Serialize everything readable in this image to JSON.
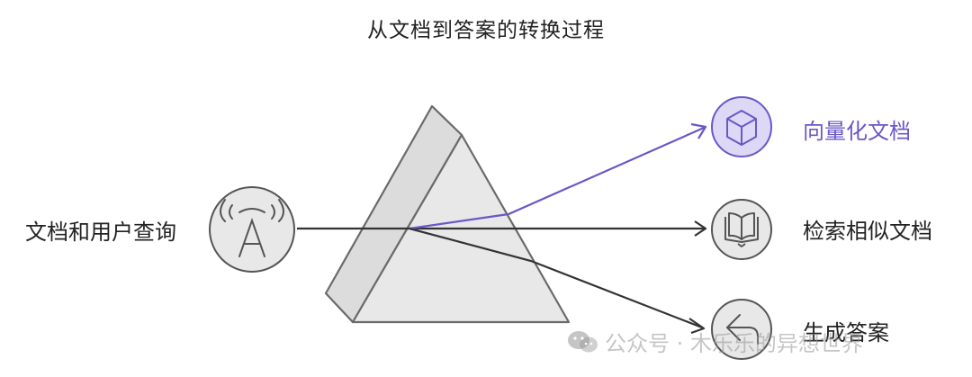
{
  "title": "从文档到答案的转换过程",
  "input_label": "文档和用户查询",
  "outputs": [
    {
      "label": "向量化文档",
      "icon": "cube-icon",
      "color": "#6b57c7"
    },
    {
      "label": "检索相似文档",
      "icon": "book-icon",
      "color": "#333333"
    },
    {
      "label": "生成答案",
      "icon": "arrow-left-icon",
      "color": "#333333"
    }
  ],
  "input_icon": "antenna-a-icon",
  "watermark": "公众号 · 木乐乐的异想世界",
  "colors": {
    "accent": "#6b57c7",
    "accent_fill": "#dcd8f5",
    "node_fill": "#e8e8e8",
    "stroke": "#555555",
    "prism_fill": "#e5e5e5",
    "prism_stroke": "#6a6a6a"
  }
}
